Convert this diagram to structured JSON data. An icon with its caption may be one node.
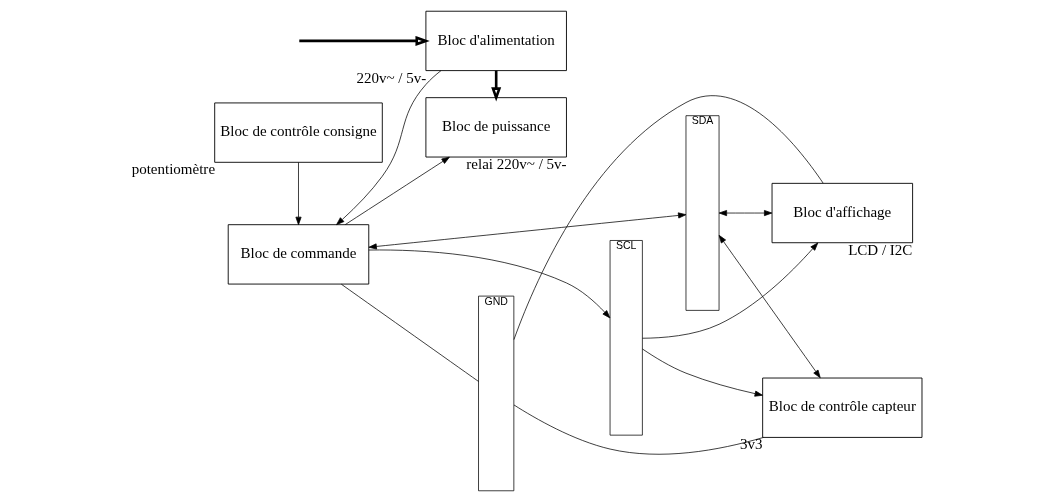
{
  "diagram": {
    "nodes": [
      {
        "text": [
          "Bloc d'alimentation"
        ],
        "beside": [
          "220v~ / 5v-"
        ]
      },
      {
        "text": [
          "Bloc de commande"
        ]
      },
      {
        "text": [
          "Bloc d'affichage"
        ],
        "beside": [
          "LCD / I2C"
        ]
      },
      {
        "text": [
          "Bloc de puissance"
        ],
        "beside": [
          "relai 220v~ / 5v-"
        ]
      },
      {
        "text": [
          "Bloc de contrôle consigne"
        ],
        "beside": [
          "potentiomètre"
        ]
      },
      {
        "text": [
          "Bloc de contrôle capteur"
        ],
        "beside": [
          "3v3"
        ]
      },
      {
        "text": [
          "GND"
        ]
      },
      {
        "text": [
          "SCL"
        ]
      },
      {
        "text": [
          "SDA"
        ]
      }
    ],
    "edges": [
      {
        "from": null,
        "to": 0,
        "arrow": "to",
        "style": "thick"
      },
      {
        "from": 0,
        "to": 1,
        "arrow": "to"
      },
      {
        "from": 0,
        "to": 3,
        "arrow": "to",
        "style": "thick"
      },
      {
        "from": 1,
        "to": 3,
        "arrow": "to"
      },
      {
        "from": 4,
        "to": 1,
        "arrow": "to"
      },
      {
        "from": 1,
        "to": 6,
        "arrow": "none"
      },
      {
        "from": 1,
        "to": 7,
        "arrow": "to"
      },
      {
        "from": 1,
        "to": 8,
        "arrow": "both"
      },
      {
        "from": 8,
        "to": 2,
        "arrow": "both"
      },
      {
        "from": 7,
        "to": 2,
        "arrow": "to"
      },
      {
        "from": 6,
        "to": 2,
        "arrow": "none"
      },
      {
        "from": 8,
        "to": 5,
        "arrow": "both"
      },
      {
        "from": 7,
        "to": 5,
        "arrow": "to"
      },
      {
        "from": 6,
        "to": 5,
        "arrow": "none"
      }
    ]
  }
}
